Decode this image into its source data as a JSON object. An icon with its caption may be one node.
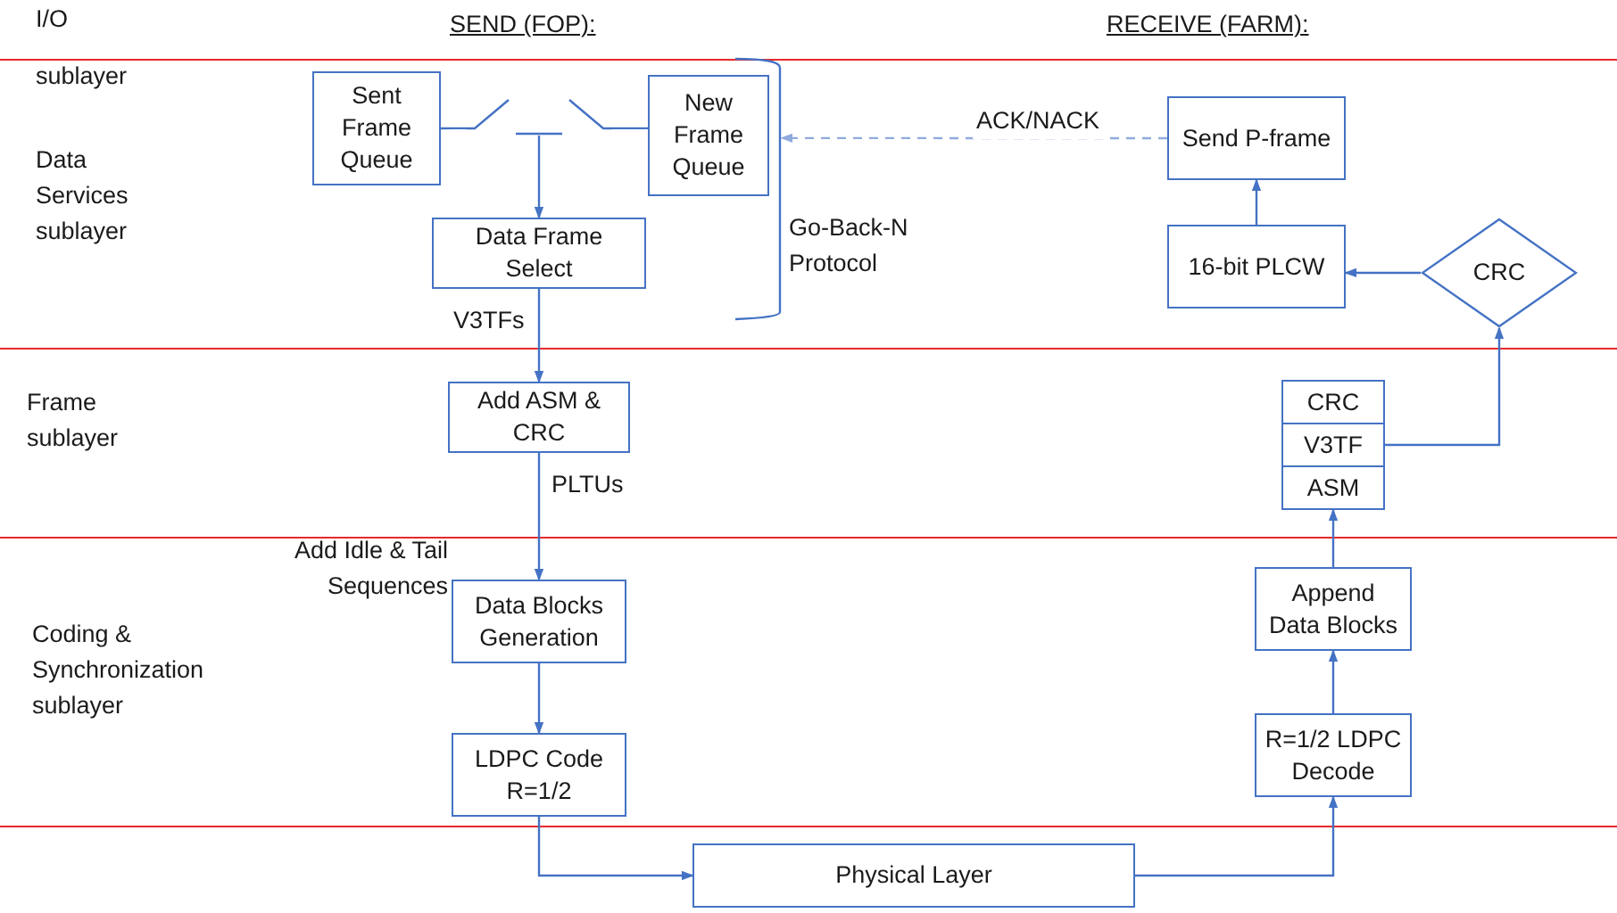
{
  "diagram": {
    "nodes": [
      {
        "text": [
          "Sent Frame Queue"
        ]
      },
      {
        "text": [],
        "shape": "switch"
      },
      {
        "text": [
          "New Frame Queue"
        ]
      },
      {
        "text": [],
        "shape": "bracket",
        "beside": [
          "Go-Back-N Protocol"
        ]
      },
      {
        "text": [
          "Send P-frame"
        ]
      },
      {
        "text": [
          "Data Frame Select"
        ]
      },
      {
        "text": [
          "16-bit PLCW"
        ]
      },
      {
        "text": [
          "CRC"
        ]
      },
      {
        "text": [
          "Add ASM & CRC"
        ]
      },
      {
        "text": [
          "CRC",
          "V3TF",
          "ASM"
        ]
      },
      {
        "text": [
          "Data Blocks Generation"
        ],
        "beside": [
          "Add Idle & Tail Sequences"
        ]
      },
      {
        "text": [
          "Append Data Blocks"
        ]
      },
      {
        "text": [
          "LDPC Code R=1/2"
        ]
      },
      {
        "text": [
          "R=1/2 LDPC Decode"
        ]
      },
      {
        "text": [
          "Physical Layer"
        ]
      }
    ],
    "edges": [
      {
        "from": 0,
        "to": 1,
        "arrow": "none"
      },
      {
        "from": 2,
        "to": 1,
        "arrow": "none"
      },
      {
        "from": 1,
        "to": 5,
        "arrow": "to"
      },
      {
        "from": 4,
        "to": 3,
        "arrow": "to",
        "label": "ACK/NACK",
        "style": "dashed",
        "color": "#8faadc"
      },
      {
        "from": 5,
        "to": 8,
        "arrow": "to",
        "label": "V3TFs"
      },
      {
        "from": 8,
        "to": 10,
        "arrow": "to",
        "label": "PLTUs"
      },
      {
        "from": 10,
        "to": 12,
        "arrow": "to"
      },
      {
        "from": 12,
        "to": 14,
        "arrow": "to"
      },
      {
        "from": 14,
        "to": 13,
        "arrow": "to"
      },
      {
        "from": 13,
        "to": 11,
        "arrow": "to"
      },
      {
        "from": 11,
        "to": 9,
        "arrow": "to"
      },
      {
        "from": 9,
        "to": 7,
        "arrow": "to"
      },
      {
        "from": 7,
        "to": 6,
        "arrow": "to"
      },
      {
        "from": 6,
        "to": 4,
        "arrow": "to"
      }
    ],
    "labels": [
      "SEND (FOP):",
      "RECEIVE (FARM):",
      "I/O sublayer",
      "Data Services sublayer",
      "Frame sublayer",
      "Coding & Synchronization sublayer"
    ]
  }
}
